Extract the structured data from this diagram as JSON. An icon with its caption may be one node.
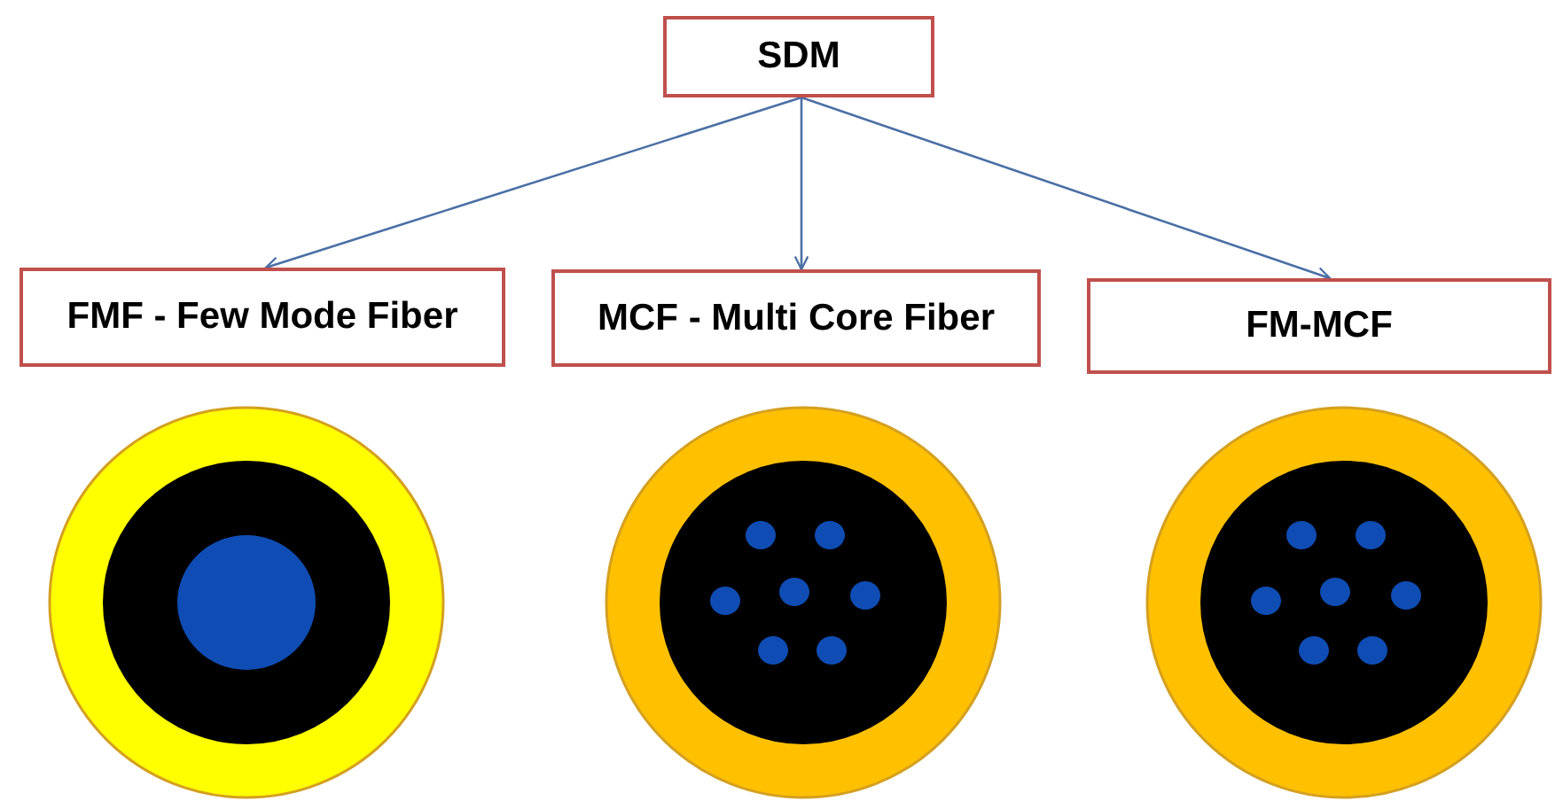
{
  "diagram": {
    "nodes": [
      {
        "text": [
          "SDM"
        ]
      },
      {
        "text": [
          "FMF - Few Mode Fiber"
        ]
      },
      {
        "text": [
          "MCF - Multi Core Fiber"
        ]
      },
      {
        "text": [
          "FM-MCF"
        ]
      }
    ],
    "edges": [
      {
        "from": 0,
        "to": 1,
        "arrow": "to"
      },
      {
        "from": 0,
        "to": 2,
        "arrow": "to"
      },
      {
        "from": 0,
        "to": 3,
        "arrow": "to"
      }
    ]
  }
}
